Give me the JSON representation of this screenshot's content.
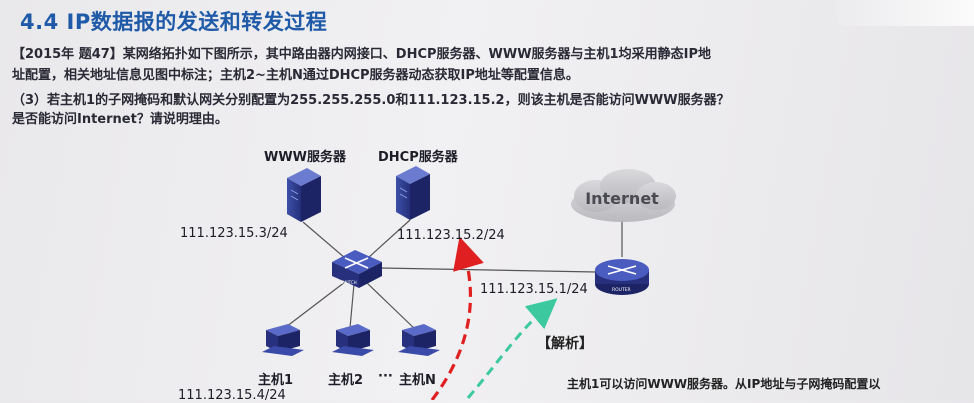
{
  "header": {
    "title": "4.4  IP数据报的发送和转发过程"
  },
  "question": {
    "line1": "【2015年 题47】某网络拓扑如下图所示，其中路由器内网接口、DHCP服务器、WWW服务器与主机1均采用静态IP地",
    "line2": "址配置，相关地址信息见图中标注；主机2~主机N通过DHCP服务器动态获取IP地址等配置信息。",
    "line3": "（3）若主机1的子网掩码和默认网关分别配置为255.255.255.0和111.123.15.2，则该主机是否能访问WWW服务器？",
    "line4": "是否能访问Internet？请说明理由。"
  },
  "diagram": {
    "www_label": "WWW服务器",
    "dhcp_label": "DHCP服务器",
    "internet_label": "Internet",
    "www_ip": "111.123.15.3/24",
    "dhcp_ip": "111.123.15.2/24",
    "router_ip": "111.123.15.1/24",
    "host1_ip": "111.123.15.4/24",
    "switch_caption": "SWITCH",
    "router_caption": "ROUTER",
    "hosts": [
      "主机1",
      "主机2",
      "···",
      "主机N"
    ]
  },
  "analysis": {
    "title": "【解析】",
    "text": "主机1可以访问WWW服务器。从IP地址与子网掩码配置以"
  },
  "colors": {
    "title": "#1f5aa8",
    "device": "#2a3a8c",
    "arrow_red": "#e02020",
    "arrow_green": "#3cc9a0"
  }
}
